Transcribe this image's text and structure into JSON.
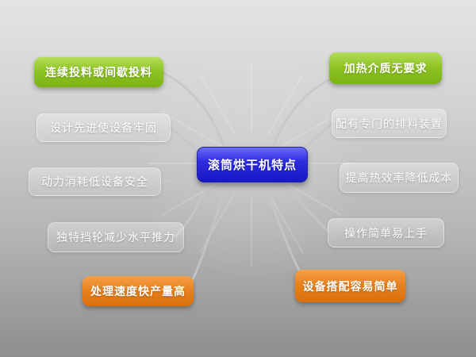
{
  "diagram": {
    "center": {
      "label": "滚筒烘干机特点"
    },
    "nodes": [
      {
        "label": "连续投料或间歇投料",
        "style": "green",
        "side": "left"
      },
      {
        "label": "设计先进使设备牢固",
        "style": "plain",
        "side": "left"
      },
      {
        "label": "动力消耗低设备安全",
        "style": "plain",
        "side": "left"
      },
      {
        "label": "独特挡轮减少水平推力",
        "style": "plain",
        "side": "left"
      },
      {
        "label": "处理速度快产量高",
        "style": "orange",
        "side": "left"
      },
      {
        "label": "加热介质无要求",
        "style": "green",
        "side": "right"
      },
      {
        "label": "配有专门的排料装置",
        "style": "plain",
        "side": "right"
      },
      {
        "label": "提高热效率降低成本",
        "style": "plain",
        "side": "right"
      },
      {
        "label": "操作简单易上手",
        "style": "plain",
        "side": "right"
      },
      {
        "label": "设备搭配容易简单",
        "style": "orange",
        "side": "right"
      }
    ],
    "colors": {
      "center_blue": "#2d2de0",
      "highlight_green": "#8ec424",
      "highlight_orange": "#e8821c",
      "plain_node": "rgba(255,255,255,0.25)",
      "connector_line": "#c7c7c7",
      "background_top": "#e4e4e4",
      "background_bottom": "#8e8e8e",
      "text": "#ffffff"
    }
  }
}
